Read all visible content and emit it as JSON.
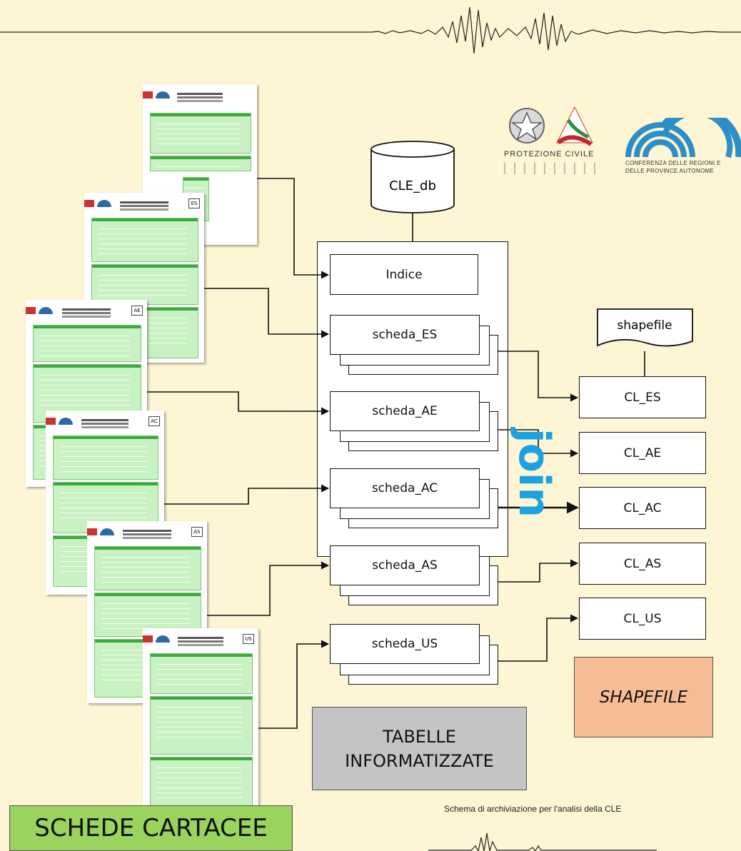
{
  "database": {
    "label": "CLE_db"
  },
  "tables": [
    {
      "label": "Indice"
    },
    {
      "label": "scheda_ES"
    },
    {
      "label": "scheda_AE"
    },
    {
      "label": "scheda_AC"
    },
    {
      "label": "scheda_AS"
    },
    {
      "label": "scheda_US"
    }
  ],
  "shapefile_doc": {
    "label": "shapefile"
  },
  "layers": [
    {
      "label": "CL_ES"
    },
    {
      "label": "CL_AE"
    },
    {
      "label": "CL_AC"
    },
    {
      "label": "CL_AS"
    },
    {
      "label": "CL_US"
    }
  ],
  "join_label": "join",
  "boxes": {
    "tabelle": "TABELLE INFORMATIZZATE",
    "shapefile": "SHAPEFILE",
    "schede": "SCHEDE CARTACEE"
  },
  "caption": "Schema di archiviazione per l'analisi della CLE",
  "logos": {
    "protezione": "PROTEZIONE CIVILE",
    "conferenza_line1": "CONFERENZA DELLE REGIONI E",
    "conferenza_line2": "DELLE PROVINCE AUTONOME"
  },
  "form_codes": [
    "",
    "ES",
    "AE",
    "AC",
    "AS",
    "US"
  ],
  "colors": {
    "background": "#fdf5d3",
    "join": "#1aa3e0",
    "tabelle_box": "#c4c4c4",
    "shapefile_box": "#f6bd94",
    "schede_box": "#9ad35e",
    "form_green": "#c9f2c3"
  }
}
